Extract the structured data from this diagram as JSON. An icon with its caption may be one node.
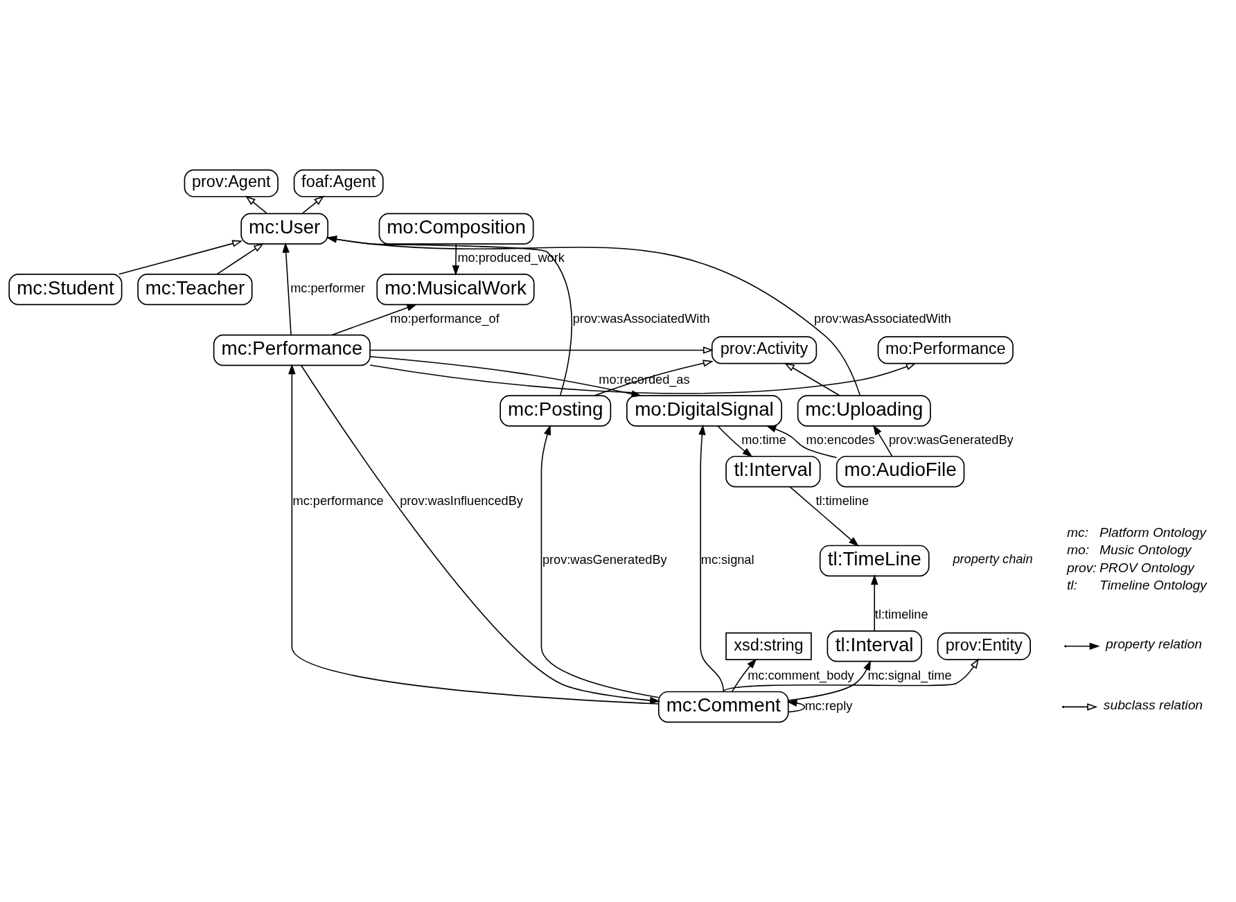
{
  "diagram": {
    "nodes": [
      {
        "text": [
          "prov:Agent"
        ]
      },
      {
        "text": [
          "mc:User"
        ]
      },
      {
        "text": [
          "mo:Composition"
        ]
      },
      {
        "text": [
          "foaf:Agent"
        ]
      },
      {
        "text": [
          "mc:Student"
        ]
      },
      {
        "text": [
          "mc:Teacher"
        ]
      },
      {
        "text": [
          "mo:MusicalWork"
        ]
      },
      {
        "text": [
          "mo:Performance"
        ]
      },
      {
        "text": [
          "prov:Activity"
        ]
      },
      {
        "text": [
          "mc:Performance"
        ]
      },
      {
        "text": [
          "mc:Posting"
        ]
      },
      {
        "text": [
          "mc:Uploading"
        ]
      },
      {
        "text": [
          "mo:DigitalSignal"
        ]
      },
      {
        "text": [
          "mo:AudioFile"
        ]
      },
      {
        "text": [
          "tl:Interval"
        ]
      },
      {
        "text": [
          "tl:TimeLine"
        ]
      },
      {
        "text": [
          "xsd:string"
        ]
      },
      {
        "text": [
          "tl:Interval"
        ]
      },
      {
        "text": [
          "mc:Comment"
        ]
      },
      {
        "text": [
          "prov:Entity"
        ]
      }
    ],
    "edges": [
      {
        "from": 1,
        "to": 0,
        "arrow": "to"
      },
      {
        "from": 1,
        "to": 3,
        "arrow": "to"
      },
      {
        "from": 2,
        "to": 6,
        "arrow": "to",
        "label": "mo:produced_work"
      },
      {
        "from": 4,
        "to": 1,
        "arrow": "to"
      },
      {
        "from": 5,
        "to": 1,
        "arrow": "to"
      },
      {
        "from": 9,
        "to": 1,
        "arrow": "to",
        "label": "mc:performer"
      },
      {
        "from": 9,
        "to": 6,
        "arrow": "to",
        "label": "mo:performance_of"
      },
      {
        "from": 9,
        "to": 7,
        "arrow": "to"
      },
      {
        "from": 9,
        "to": 8,
        "arrow": "to"
      },
      {
        "from": 10,
        "to": 1,
        "arrow": "to",
        "label": "prov:wasAssociatedWith"
      },
      {
        "from": 10,
        "to": 8,
        "arrow": "to"
      },
      {
        "from": 11,
        "to": 1,
        "arrow": "to",
        "label": "prov:wasAssociatedWith"
      },
      {
        "from": 11,
        "to": 8,
        "arrow": "to"
      },
      {
        "from": 9,
        "to": 12,
        "arrow": "to",
        "label": "mo:recorded_as"
      },
      {
        "from": 13,
        "to": 11,
        "arrow": "to",
        "label": "prov:wasGeneratedBy"
      },
      {
        "from": 13,
        "to": 12,
        "arrow": "to",
        "label": "mo:encodes"
      },
      {
        "from": 12,
        "to": 14,
        "arrow": "to",
        "label": "mo:time"
      },
      {
        "from": 14,
        "to": 15,
        "arrow": "to",
        "label": "tl:timeline"
      },
      {
        "from": 17,
        "to": 15,
        "arrow": "to",
        "label": "tl:timeline"
      },
      {
        "from": 18,
        "to": 17,
        "arrow": "to",
        "label": "mc:signal_time"
      },
      {
        "from": 18,
        "to": 16,
        "arrow": "to",
        "label": "mc:comment_body"
      },
      {
        "from": 18,
        "to": 12,
        "arrow": "to",
        "label": "mc:signal"
      },
      {
        "from": 18,
        "to": 10,
        "arrow": "to",
        "label": "prov:wasGeneratedBy"
      },
      {
        "from": 18,
        "to": 9,
        "arrow": "to",
        "label": "mc:performance"
      },
      {
        "from": 9,
        "to": 18,
        "arrow": "to",
        "label": "prov:wasInfluencedBy"
      },
      {
        "from": 18,
        "to": 18,
        "arrow": "to",
        "label": "mc:reply"
      },
      {
        "from": 18,
        "to": 19,
        "arrow": "to"
      }
    ],
    "labels": [
      "property chain",
      "mc:",
      "Platform Ontology",
      "mo:",
      "Music Ontology",
      "prov:",
      "PROV Ontology",
      "tl:",
      "Timeline Ontology"
    ],
    "legend": [
      {
        "text": "property relation"
      },
      {
        "text": "subclass relation"
      }
    ]
  }
}
